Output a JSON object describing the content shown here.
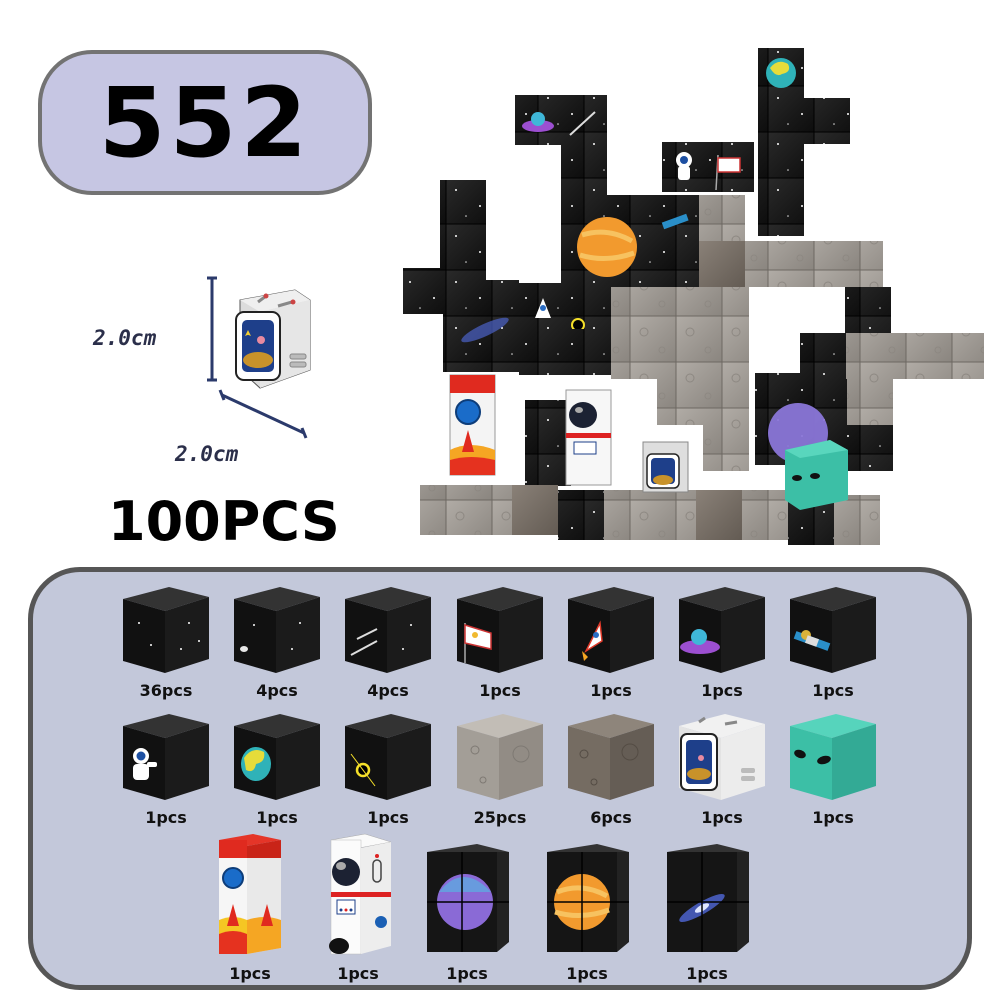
{
  "header": {
    "set_number": "552",
    "total_pieces": "100PCS"
  },
  "size_demo": {
    "height_label": "2.0cm",
    "width_label": "2.0cm",
    "cube_type": "astronaut-window-cube"
  },
  "colors": {
    "badge_fill": "#c6c6e3",
    "badge_border": "#737373",
    "panel_fill": "#c3c8da",
    "panel_border": "#565656",
    "space_cube": "#1a1a1a",
    "moon_light": "#9e9993",
    "moon_dark": "#7a7268",
    "alien_green": "#3cbfa6",
    "dimension_line": "#2b3a6b"
  },
  "pieces": [
    {
      "name": "plain-space-cube",
      "qty": "36pcs"
    },
    {
      "name": "space-glow-cube",
      "qty": "4pcs"
    },
    {
      "name": "comet-cube",
      "qty": "4pcs"
    },
    {
      "name": "flag-cube",
      "qty": "1pcs"
    },
    {
      "name": "rocket-cube",
      "qty": "1pcs"
    },
    {
      "name": "ufo-cube",
      "qty": "1pcs"
    },
    {
      "name": "satellite-cube",
      "qty": "1pcs"
    },
    {
      "name": "astronaut-cube",
      "qty": "1pcs"
    },
    {
      "name": "earth-cube",
      "qty": "1pcs"
    },
    {
      "name": "black-hole-cube",
      "qty": "1pcs"
    },
    {
      "name": "moon-light-cube",
      "qty": "25pcs"
    },
    {
      "name": "moon-dark-cube",
      "qty": "6pcs"
    },
    {
      "name": "window-cube",
      "qty": "1pcs"
    },
    {
      "name": "alien-cube",
      "qty": "1pcs"
    },
    {
      "name": "rocket-tall-block",
      "qty": "1pcs"
    },
    {
      "name": "astronaut-tall-block",
      "qty": "1pcs"
    },
    {
      "name": "purple-planet-2x2",
      "qty": "1pcs"
    },
    {
      "name": "orange-planet-2x2",
      "qty": "1pcs"
    },
    {
      "name": "galaxy-2x2",
      "qty": "1pcs"
    }
  ]
}
